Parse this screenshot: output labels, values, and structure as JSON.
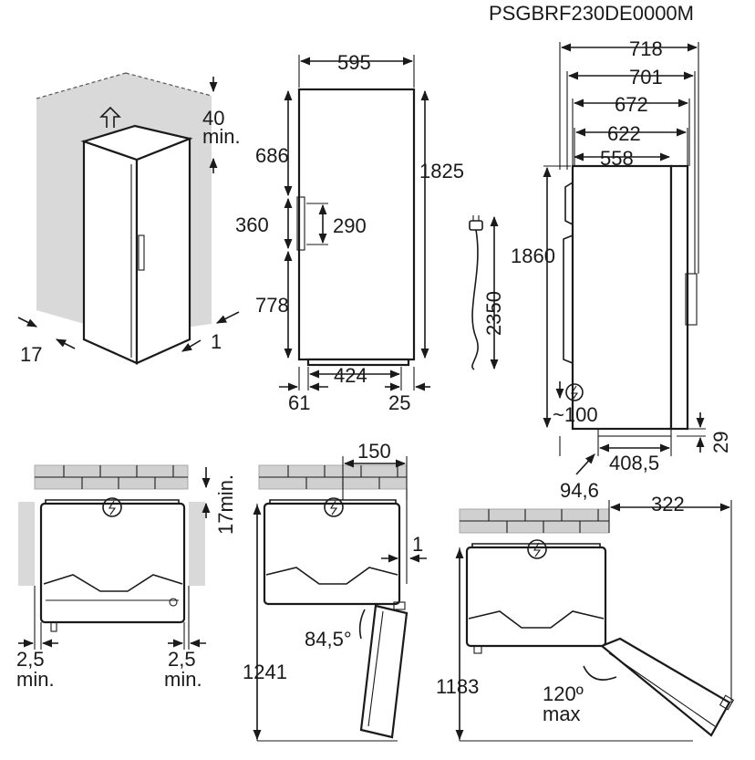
{
  "model_code": "PSGBRF230DE0000M",
  "colors": {
    "line": "#1a1a1a",
    "wall": "#d9d9d9",
    "brick": "#d0d0d0"
  },
  "icons": [
    "power-plug-icon",
    "lightning-icon",
    "up-arrow-icon"
  ],
  "perspective": {
    "top_clearance": "40",
    "top_clearance_unit": "min.",
    "side_left": "17",
    "side_right": "1"
  },
  "front": {
    "width": "595",
    "height": "1825",
    "upper_section": "686",
    "handle_zone": "360",
    "handle_length": "290",
    "lower_section": "778",
    "feet_spacing": "424",
    "left_offset": "61",
    "right_offset": "25"
  },
  "cable": {
    "length": "2350"
  },
  "side": {
    "depth_1": "718",
    "depth_2": "701",
    "depth_3": "672",
    "depth_4": "622",
    "depth_5": "558",
    "height": "1860",
    "plug_height": "~100",
    "feet_depth": "408,5",
    "rear_offset": "94,6",
    "foot_height": "29"
  },
  "top_view_1": {
    "rear_gap": "17",
    "rear_gap_unit": "min.",
    "left_gap": "2,5",
    "left_gap_unit": "min.",
    "right_gap": "2,5",
    "right_gap_unit": "min."
  },
  "top_view_2": {
    "door_offset": "150",
    "side_gap": "1",
    "depth_open": "1241",
    "door_angle": "84,5°"
  },
  "top_view_3": {
    "width_open": "322",
    "depth_open": "1183",
    "door_angle": "120º",
    "door_angle_note": "max"
  }
}
